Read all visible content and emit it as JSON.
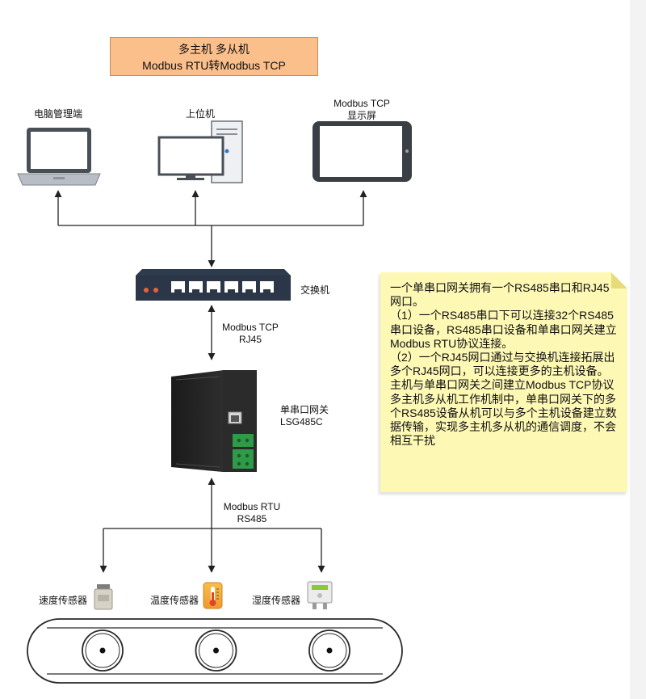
{
  "title": {
    "line1": "多主机 多从机",
    "line2": "Modbus RTU转Modbus TCP"
  },
  "hosts": [
    {
      "label_lines": [
        "电脑管理端"
      ],
      "icon": "laptop-icon"
    },
    {
      "label_lines": [
        "上位机"
      ],
      "icon": "desktop-computer-icon"
    },
    {
      "label_lines": [
        "Modbus TCP",
        "显示屏"
      ],
      "icon": "tablet-icon"
    }
  ],
  "switch": {
    "label": "交换机",
    "icon": "network-switch-icon",
    "port_count": 6
  },
  "tcp_link": {
    "line1": "Modbus TCP",
    "line2": "RJ45"
  },
  "gateway": {
    "line1": "单串口网关",
    "line2": "LSG485C",
    "icon": "serial-gateway-icon"
  },
  "rtu_link": {
    "line1": "Modbus RTU",
    "line2": "RS485"
  },
  "sensors": [
    {
      "label": "速度传感器",
      "icon": "speed-sensor-icon"
    },
    {
      "label": "温度传感器",
      "icon": "thermometer-icon"
    },
    {
      "label": "湿度传感器",
      "icon": "humidity-sensor-icon"
    }
  ],
  "conveyor": {
    "roller_count": 3
  },
  "note": {
    "paragraphs": [
      "一个单串口网关拥有一个RS485串口和RJ45网口。",
      "（1）一个RS485串口下可以连接32个RS485串口设备，RS485串口设备和单串口网关建立Modbus RTU协议连接。",
      "（2）一个RJ45网口通过与交换机连接拓展出多个RJ45网口，可以连接更多的主机设备。主机与单串口网关之间建立Modbus TCP协议",
      "多主机多从机工作机制中，单串口网关下的多个RS485设备从机可以与多个主机设备建立数据传输，实现多主机多从机的通信调度，不会相互干扰"
    ]
  },
  "colors": {
    "title_fill": "#fbbf8c",
    "note_fill": "#fdf8b4",
    "switch_body": "#2e3b4d",
    "connector_green": "#2f9a47",
    "temperature_orange": "#f2a93b"
  }
}
